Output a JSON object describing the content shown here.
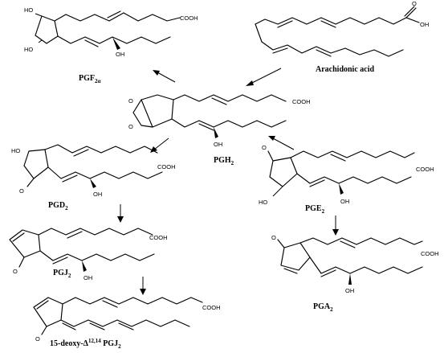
{
  "compounds": {
    "pgf2a": {
      "name": "PGF",
      "sub": "2α",
      "atoms": {
        "oh_top": "HO",
        "oh_bottom": "HO",
        "cooh": "COOH",
        "oh_side": "OH"
      }
    },
    "arachidonic": {
      "name": "Arachidonic acid",
      "atoms": {
        "o": "O",
        "oh": "OH"
      }
    },
    "pgh2": {
      "name": "PGH",
      "sub": "2",
      "atoms": {
        "o1": "O",
        "o2": "O",
        "cooh": "COOH",
        "oh": "OH"
      }
    },
    "pgd2": {
      "name": "PGD",
      "sub": "2",
      "atoms": {
        "ho": "HO",
        "o": "O",
        "cooh": "COOH",
        "oh": "OH"
      }
    },
    "pge2": {
      "name": "PGE",
      "sub": "2",
      "atoms": {
        "o": "O",
        "ho": "HO",
        "cooh": "COOH",
        "oh": "OH"
      }
    },
    "pgj2": {
      "name": "PGJ",
      "sub": "2",
      "atoms": {
        "o": "O",
        "cooh": "COOH",
        "oh": "OH"
      }
    },
    "pga2": {
      "name": "PGA",
      "sub": "2",
      "atoms": {
        "o": "O",
        "cooh": "COOH",
        "oh": "OH"
      }
    },
    "dpgj2": {
      "name_pre": "15-deoxy-Δ",
      "name_sup": "12,14",
      "name_post": " PGJ",
      "sub": "2",
      "atoms": {
        "o": "O",
        "cooh": "COOH"
      }
    }
  }
}
